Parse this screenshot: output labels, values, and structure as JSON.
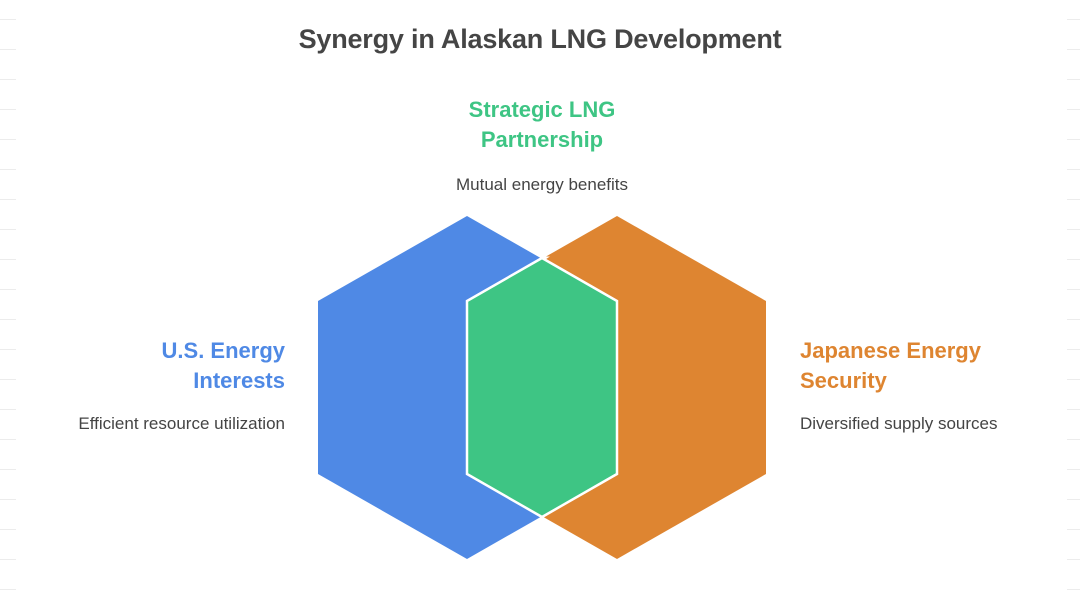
{
  "title": "Synergy in Alaskan LNG Development",
  "colors": {
    "us": "#4F89E5",
    "japan": "#DE8531",
    "overlap": "#3EC584",
    "title": "#454545",
    "body_text": "#444444"
  },
  "sections": {
    "top": {
      "heading_line1": "Strategic LNG",
      "heading_line2": "Partnership",
      "description": "Mutual energy benefits"
    },
    "left": {
      "heading_line1": "U.S. Energy",
      "heading_line2": "Interests",
      "description": "Efficient resource utilization"
    },
    "right": {
      "heading_line1": "Japanese Energy",
      "heading_line2": "Security",
      "description": "Diversified supply sources"
    }
  }
}
